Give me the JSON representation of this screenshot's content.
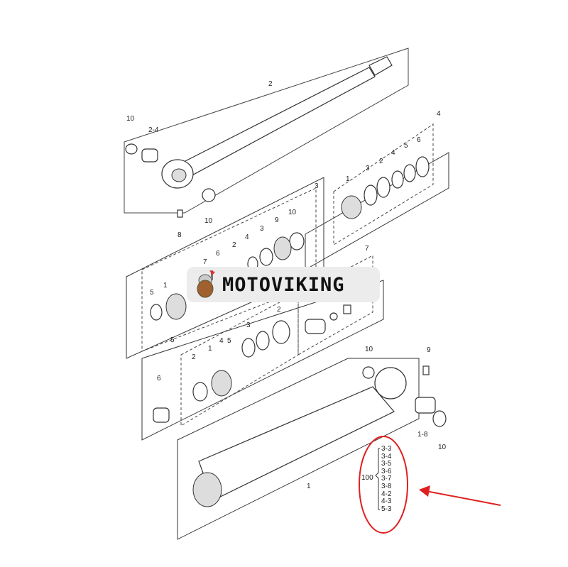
{
  "logo": {
    "text": "MOTOVIKING"
  },
  "callouts": [
    "2",
    "10",
    "2-4",
    "10",
    "8",
    "4",
    "6",
    "5",
    "4",
    "2",
    "3",
    "1",
    "3",
    "10",
    "9",
    "3",
    "4",
    "2",
    "6",
    "7",
    "5",
    "1",
    "7",
    "2",
    "3",
    "4",
    "5",
    "1",
    "2",
    "5",
    "6",
    "10",
    "9",
    "1-8",
    "10",
    "1"
  ],
  "kit": {
    "number": "100",
    "items": [
      "3-3",
      "3-4",
      "3-5",
      "3-6",
      "3-7",
      "3-8",
      "4-2",
      "4-3",
      "5-3"
    ]
  },
  "colors": {
    "highlight": "#e02020",
    "line": "#333333"
  }
}
